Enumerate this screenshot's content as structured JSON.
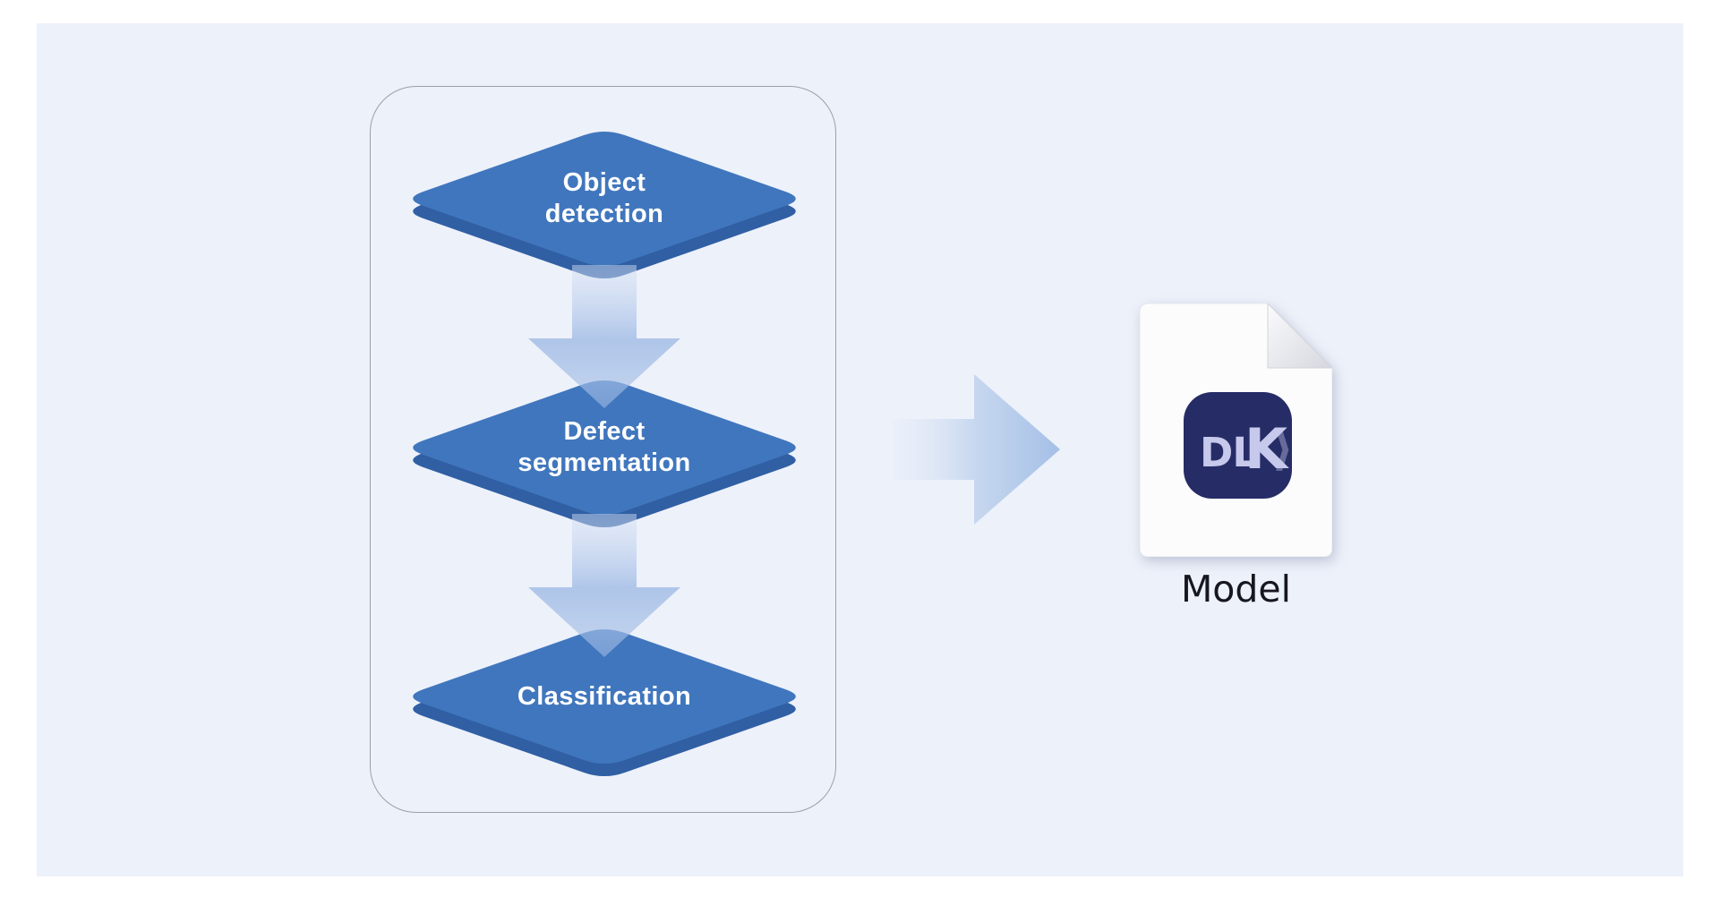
{
  "diagram": {
    "type": "flowchart",
    "flow_direction": "top-to-bottom",
    "pipeline": {
      "steps": [
        {
          "label": "Object detection",
          "lines": [
            "Object",
            "detection"
          ]
        },
        {
          "label": "Defect segmentation",
          "lines": [
            "Defect",
            "segmentation"
          ]
        },
        {
          "label": "Classification",
          "lines": [
            "Classification"
          ]
        }
      ]
    },
    "output": {
      "label": "Model",
      "logo": {
        "part1": "DL",
        "part2": "K",
        "mark": "⟩"
      }
    },
    "colors": {
      "page_background": "#ffffff",
      "canvas_background": "#edf1fa",
      "node_fill": "#4076bd",
      "node_edge": "#305fa4",
      "node_text": "#ffffff",
      "arrow_fill": "#a4bee6",
      "panel_border": "#7e8693",
      "file_page": "#fcfcfd",
      "file_badge": "#262c66",
      "file_badge_text": "#c6c9ec",
      "model_label_text": "#17171f"
    }
  }
}
